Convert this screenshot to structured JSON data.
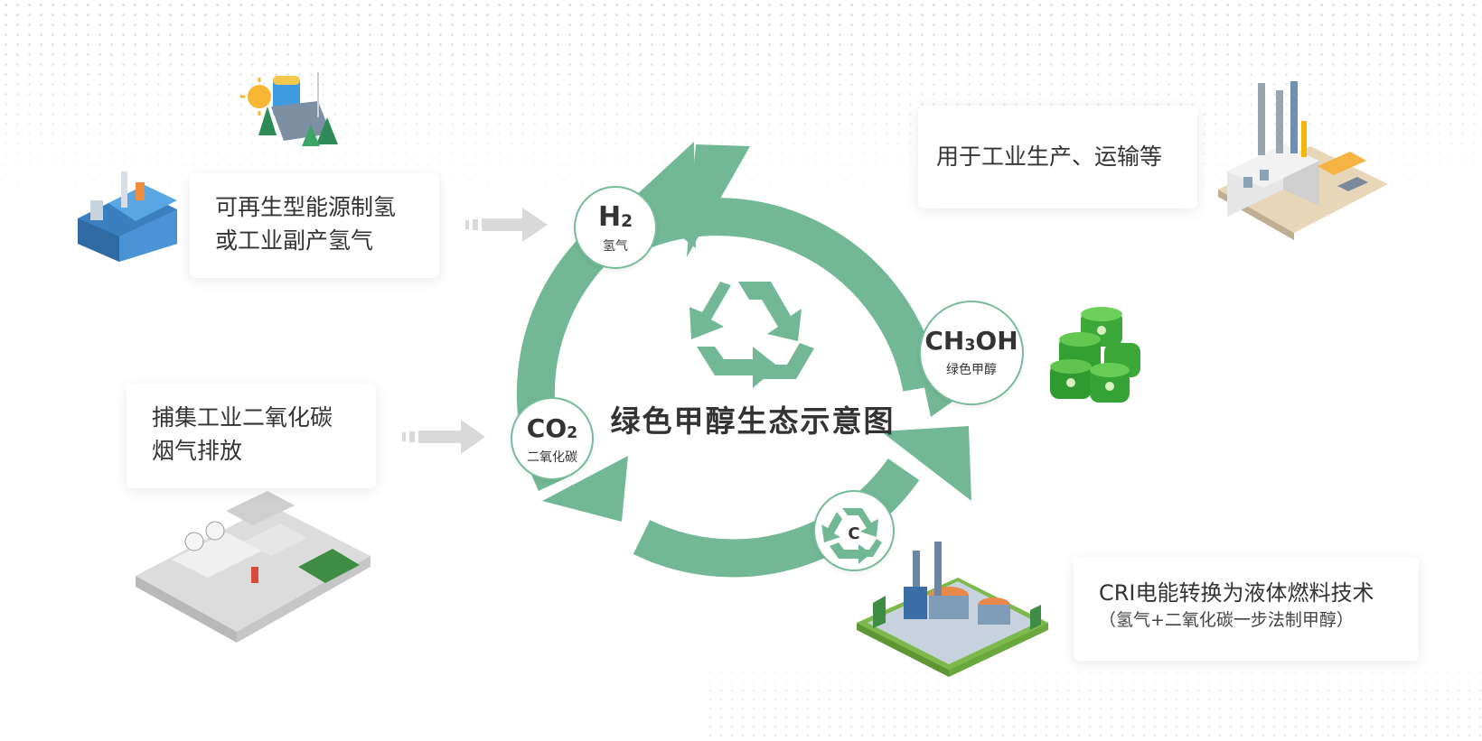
{
  "diagram": {
    "title": "绿色甲醇生态示意图",
    "nodes": {
      "h2": {
        "formula": "H",
        "subscript": "2",
        "name": "氢气"
      },
      "co2": {
        "formula": "CO",
        "subscript": "2",
        "name": "二氧化碳"
      },
      "ch3oh": {
        "formula_a": "CH",
        "subscript": "3",
        "formula_b": "OH",
        "name": "绿色甲醇"
      },
      "c": {
        "label": "C"
      }
    },
    "cards": {
      "h2_source": {
        "line1": "可再生型能源制氢",
        "line2": "或工业副产氢气"
      },
      "co2_source": {
        "line1": "捕集工业二氧化碳",
        "line2": "烟气排放"
      },
      "use": {
        "line1": "用于工业生产、运输等"
      },
      "cri": {
        "line1": "CRI电能转换为液体燃料技术",
        "line2": "（氢气+二氧化碳一步法制甲醇）"
      }
    },
    "icons": {
      "h2_source_illustration": "renewable-energy-icon",
      "factory_illustration": "factory-icon",
      "industrial_park_illustration": "industrial-park-icon",
      "use_illustration": "power-plant-icon",
      "barrels_illustration": "green-barrels-icon",
      "refinery_illustration": "refinery-icon",
      "center_recycle": "recycle-icon"
    },
    "colors": {
      "cycle_green": "#72b896",
      "node_border": "#78bb99",
      "arrow_grey": "#d9d9d9",
      "barrel_green": "#3ca83a"
    }
  }
}
